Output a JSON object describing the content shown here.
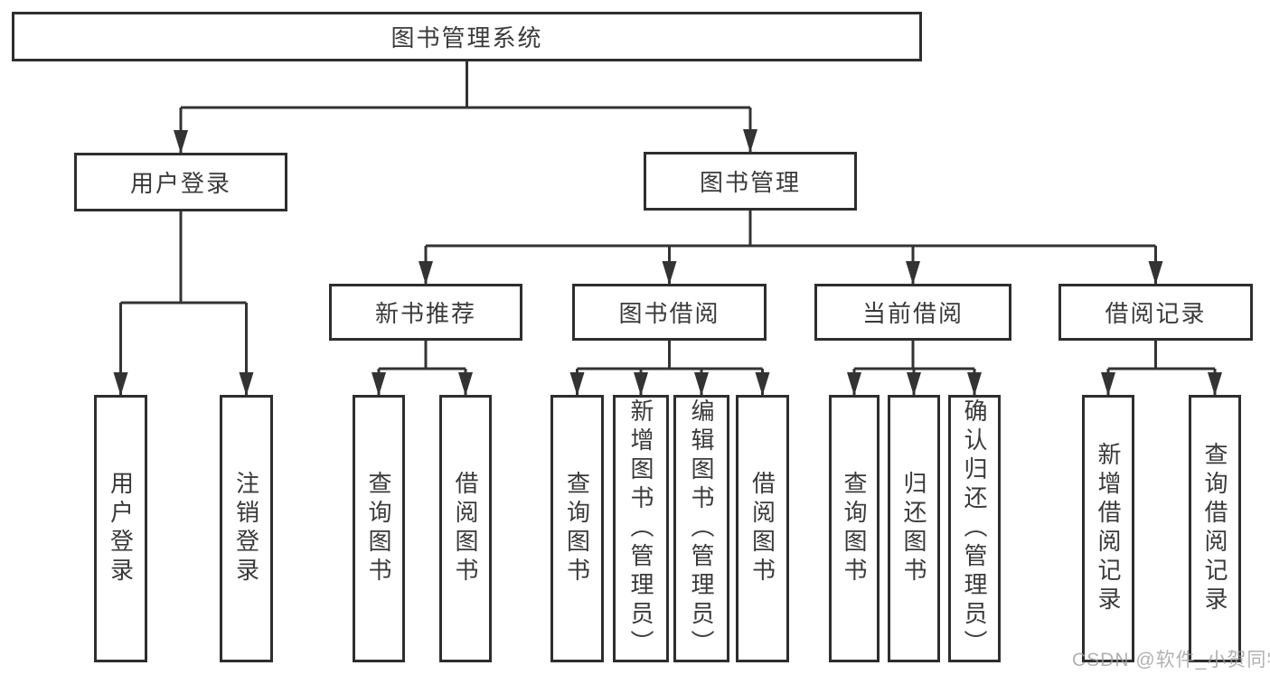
{
  "diagram": {
    "root": {
      "label": "图书管理系统"
    },
    "branches": [
      {
        "label": "用户登录",
        "children": [
          {
            "label": "用户登录"
          },
          {
            "label": "注销登录"
          }
        ]
      },
      {
        "label": "图书管理",
        "children": [
          {
            "label": "新书推荐",
            "children": [
              {
                "label": "查询图书"
              },
              {
                "label": "借阅图书"
              }
            ]
          },
          {
            "label": "图书借阅",
            "children": [
              {
                "label": "查询图书"
              },
              {
                "label": "新增图书（管理员）"
              },
              {
                "label": "编辑图书（管理员）"
              },
              {
                "label": "借阅图书"
              }
            ]
          },
          {
            "label": "当前借阅",
            "children": [
              {
                "label": "查询图书"
              },
              {
                "label": "归还图书"
              },
              {
                "label": "确认归还（管理员）"
              }
            ]
          },
          {
            "label": "借阅记录",
            "children": [
              {
                "label": "新增借阅记录"
              },
              {
                "label": "查询借阅记录"
              }
            ]
          }
        ]
      }
    ]
  },
  "watermark": {
    "text": "CSDN @软件_小贺同学"
  },
  "colors": {
    "line": "#333333",
    "border": "#2e2e2e",
    "text": "#3a3a3a",
    "background": "#ffffff",
    "watermark": "#9e9e9e"
  }
}
